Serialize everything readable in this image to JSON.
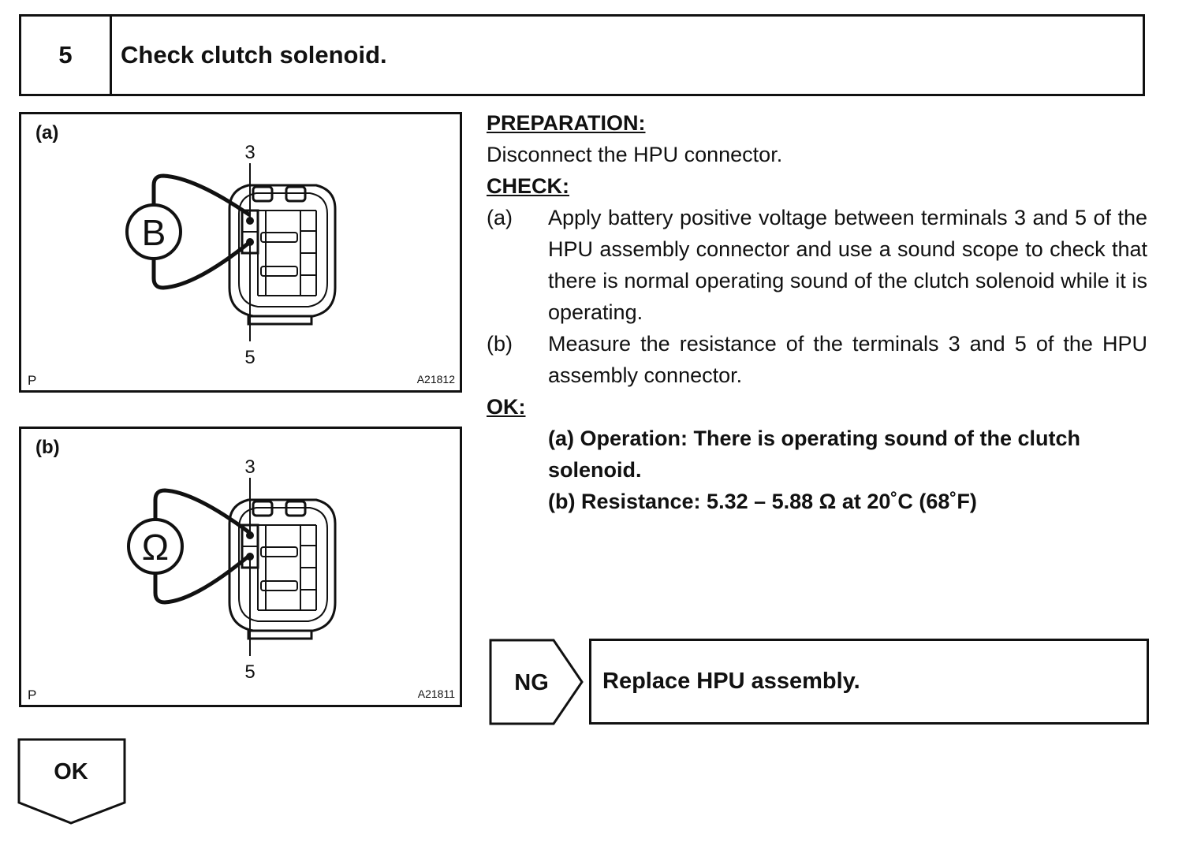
{
  "step": {
    "number": "5",
    "title": "Check clutch solenoid."
  },
  "figures": [
    {
      "label": "(a)",
      "meter_symbol": "B",
      "terminal_top": "3",
      "terminal_bottom": "5",
      "corner_mark": "P",
      "code": "A21812"
    },
    {
      "label": "(b)",
      "meter_symbol": "Ω",
      "terminal_top": "3",
      "terminal_bottom": "5",
      "corner_mark": "P",
      "code": "A21811"
    }
  ],
  "preparation": {
    "heading": "PREPARATION:",
    "text": "Disconnect the HPU connector."
  },
  "check": {
    "heading": "CHECK:",
    "items": [
      {
        "marker": "(a)",
        "text": "Apply battery positive voltage between terminals 3 and 5 of the HPU assembly connector and use a sound scope to check that there is normal operating sound of the clutch solenoid while it is operating."
      },
      {
        "marker": "(b)",
        "text": "Measure the resistance of the terminals 3 and 5 of the HPU assembly connector."
      }
    ]
  },
  "ok_spec": {
    "heading": "OK:",
    "lines": [
      "(a) Operation: There is operating sound of the clutch solenoid.",
      "(b) Resistance: 5.32 – 5.88 Ω at 20˚C (68˚F)"
    ]
  },
  "ng": {
    "label": "NG",
    "result": "Replace HPU assembly."
  },
  "ok_next": {
    "label": "OK"
  }
}
